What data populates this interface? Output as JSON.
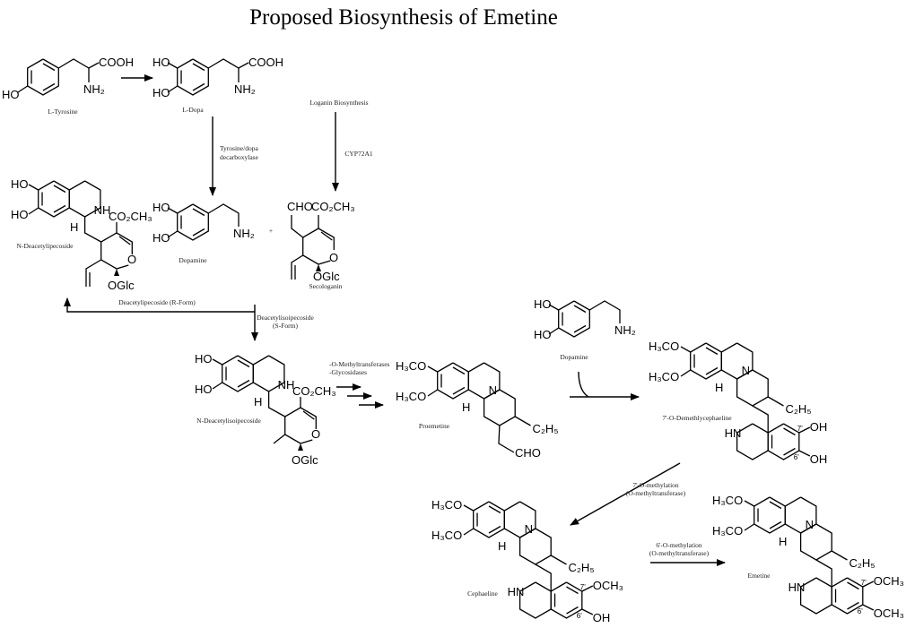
{
  "title": "Proposed Biosynthesis of Emetine",
  "compounds": {
    "l_tyrosine": {
      "name": "L-Tyrosine",
      "groups": [
        "HO",
        "COOH",
        "NH₂"
      ]
    },
    "l_dopa": {
      "name": "L-Dopa",
      "groups": [
        "HO",
        "HO",
        "COOH",
        "NH₂"
      ]
    },
    "dopamine": {
      "name": "Dopamine",
      "groups": [
        "HO",
        "HO",
        "NH₂"
      ]
    },
    "secologanin": {
      "name": "Secologanin",
      "groups": [
        "CHO",
        "CO₂CH₃",
        "O",
        "OGlc"
      ]
    },
    "n_deacetylipecoside": {
      "name": "N-Deacetylipecoside",
      "groups": [
        "HO",
        "HO",
        "NH",
        "H",
        "CO₂CH₃",
        "O",
        "OGlc"
      ]
    },
    "n_deacetylisoipecoside": {
      "name": "N-Deacetylisoipecoside",
      "groups": [
        "HO",
        "HO",
        "NH",
        "H",
        "CO₂CH₃",
        "O",
        "OGlc"
      ]
    },
    "proemetine": {
      "name": "Proemetine",
      "groups": [
        "H₃CO",
        "H₃CO",
        "N",
        "H",
        "C₂H₅",
        "CHO"
      ]
    },
    "dopamine_2": {
      "name": "Dopamine",
      "groups": [
        "HO",
        "HO",
        "NH₂"
      ]
    },
    "demethylcephaeline": {
      "name": "7'-O-Demethlycephaeline",
      "groups": [
        "H₃CO",
        "H₃CO",
        "N",
        "H",
        "C₂H₅",
        "HN",
        "7'",
        "OH",
        "6'",
        "OH"
      ]
    },
    "cephaeline": {
      "name": "Cephaeline",
      "groups": [
        "H₃CO",
        "H₃CO",
        "N",
        "H",
        "C₂H₅",
        "HN",
        "7'",
        "OCH₃",
        "6'",
        "OH"
      ]
    },
    "emetine": {
      "name": "Emetine",
      "groups": [
        "H₃CO",
        "H₃CO",
        "N",
        "H",
        "C₂H₅",
        "HN",
        "7'",
        "OCH₃",
        "6'",
        "OCH₃"
      ]
    }
  },
  "steps": {
    "loganin": "Loganin Biosynthesis",
    "cyp": "CYP72A1",
    "tdc": [
      "Tyrosine/dopa",
      "decarboxylase"
    ],
    "plus": "+",
    "r_form": "Deacetylipecoside (R-Form)",
    "s_form": [
      "Deacetylisoipecoside",
      "(S-Form)"
    ],
    "omt_glyc": [
      "-O-Methyltransferases",
      "-Glycosidases"
    ],
    "seven": [
      "7'-O-methylation",
      "(O-methyltransferase)"
    ],
    "six": [
      "6'-O-methylation",
      "(O-methyltransferase)"
    ]
  }
}
